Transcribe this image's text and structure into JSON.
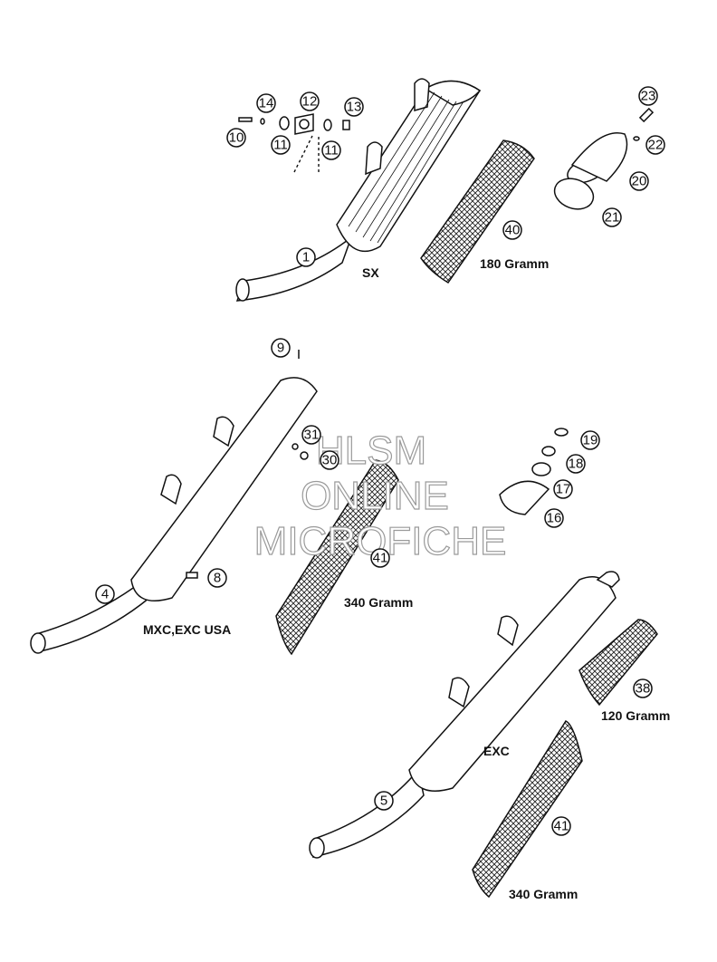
{
  "callouts": [
    {
      "id": "c1",
      "text": "1"
    },
    {
      "id": "c4",
      "text": "4"
    },
    {
      "id": "c5",
      "text": "5"
    },
    {
      "id": "c8",
      "text": "8"
    },
    {
      "id": "c9",
      "text": "9"
    },
    {
      "id": "c10",
      "text": "10"
    },
    {
      "id": "c11a",
      "text": "11"
    },
    {
      "id": "c11b",
      "text": "11"
    },
    {
      "id": "c12",
      "text": "12"
    },
    {
      "id": "c13",
      "text": "13"
    },
    {
      "id": "c14",
      "text": "14"
    },
    {
      "id": "c16",
      "text": "16"
    },
    {
      "id": "c17",
      "text": "17"
    },
    {
      "id": "c18",
      "text": "18"
    },
    {
      "id": "c19",
      "text": "19"
    },
    {
      "id": "c20",
      "text": "20"
    },
    {
      "id": "c21",
      "text": "21"
    },
    {
      "id": "c22",
      "text": "22"
    },
    {
      "id": "c23",
      "text": "23"
    },
    {
      "id": "c30",
      "text": "30"
    },
    {
      "id": "c31",
      "text": "31"
    },
    {
      "id": "c38",
      "text": "38"
    },
    {
      "id": "c40",
      "text": "40"
    },
    {
      "id": "c41a",
      "text": "41"
    },
    {
      "id": "c41b",
      "text": "41"
    }
  ],
  "labels": {
    "sx": "SX",
    "gramm180": "180 Gramm",
    "mxc_exc_usa": "MXC,EXC USA",
    "gramm340a": "340 Gramm",
    "exc": "EXC",
    "gramm120": "120 Gramm",
    "gramm340b": "340 Gramm"
  },
  "watermark": [
    "HLSM",
    "ONLINE",
    "MICROFICHE"
  ]
}
